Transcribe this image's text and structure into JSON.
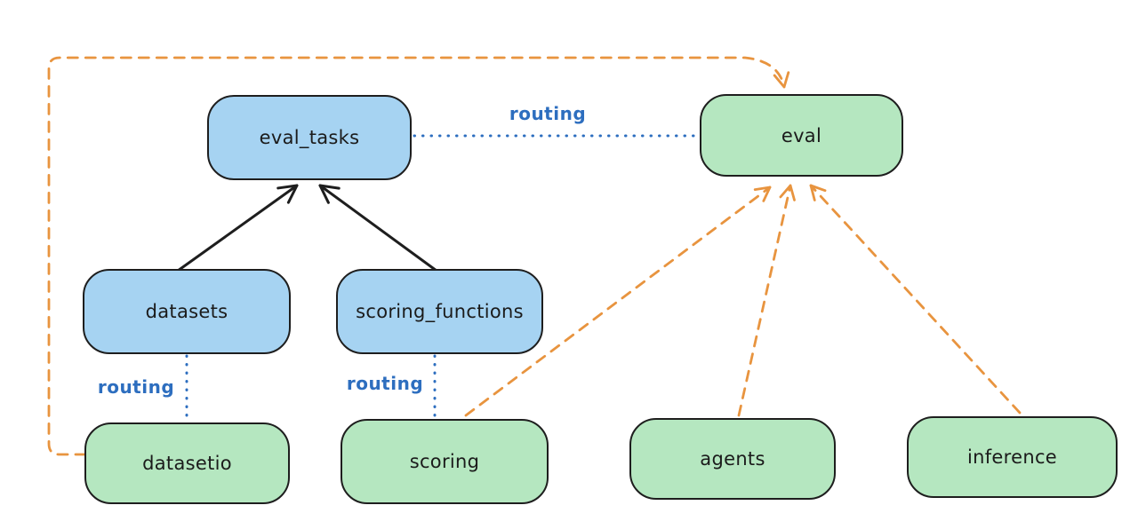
{
  "diagram": {
    "title": "",
    "nodes": {
      "eval_tasks": {
        "label": "eval_tasks",
        "kind": "resource"
      },
      "eval": {
        "label": "eval",
        "kind": "api"
      },
      "datasets": {
        "label": "datasets",
        "kind": "resource"
      },
      "scoring_functions": {
        "label": "scoring_functions",
        "kind": "resource"
      },
      "datasetio": {
        "label": "datasetio",
        "kind": "api"
      },
      "scoring": {
        "label": "scoring",
        "kind": "api"
      },
      "agents": {
        "label": "agents",
        "kind": "api"
      },
      "inference": {
        "label": "inference",
        "kind": "api"
      }
    },
    "edges": [
      {
        "from": "datasets",
        "to": "eval_tasks",
        "style": "solid-arrow",
        "label": ""
      },
      {
        "from": "scoring_functions",
        "to": "eval_tasks",
        "style": "solid-arrow",
        "label": ""
      },
      {
        "from": "eval_tasks",
        "to": "eval",
        "style": "dotted",
        "label": "routing"
      },
      {
        "from": "datasets",
        "to": "datasetio",
        "style": "dotted",
        "label": "routing"
      },
      {
        "from": "scoring_functions",
        "to": "scoring",
        "style": "dotted",
        "label": "routing"
      },
      {
        "from": "scoring",
        "to": "eval",
        "style": "dashed-arrow",
        "label": ""
      },
      {
        "from": "agents",
        "to": "eval",
        "style": "dashed-arrow",
        "label": ""
      },
      {
        "from": "inference",
        "to": "eval",
        "style": "dashed-arrow",
        "label": ""
      },
      {
        "from": "datasetio",
        "to": "eval",
        "style": "dashed-arrow",
        "label": ""
      }
    ],
    "colors": {
      "api_fill": "#b5e7c0",
      "resource_fill": "#a6d3f2",
      "node_stroke": "#1e1e1e",
      "routing": "#2d6ebf",
      "dependency": "#e8943f",
      "solid_arrow": "#1e1e1e",
      "background": "#ffffff"
    }
  }
}
